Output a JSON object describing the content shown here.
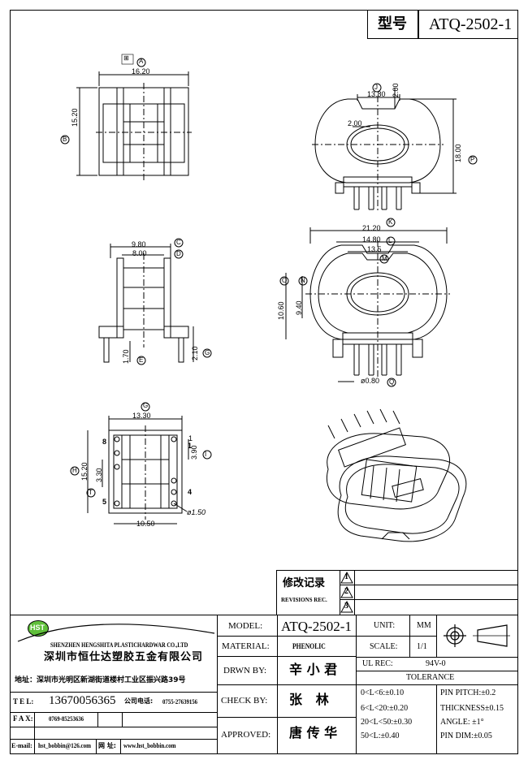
{
  "header": {
    "model_label": "型号",
    "model_value": "ATQ-2502-1"
  },
  "dims": {
    "top_left": {
      "width": "16.20",
      "height": "15.20",
      "letter_a": "A",
      "letter_b": "B"
    },
    "top_right": {
      "inner": "13.80",
      "gap": "2.00",
      "hole": "2.00",
      "height": "18.00",
      "letter_j": "J",
      "letter_p": "P"
    },
    "mid_left": {
      "w1": "9.80",
      "w2": "8.00",
      "h1": "1.70",
      "h2": "2.10",
      "letter_c": "C",
      "letter_d": "D",
      "letter_e": "E",
      "letter_g": "G"
    },
    "mid_right": {
      "w1": "21.20",
      "w2": "14.80",
      "w3": "13.5",
      "h1": "10.60",
      "h2": "9.40",
      "pin": "ø0.80",
      "letter_k": "K",
      "letter_l": "L",
      "letter_m": "M",
      "letter_o": "O",
      "letter_n": "N",
      "letter_q": "Q"
    },
    "bottom_left": {
      "w1": "13.30",
      "w2": "10.50",
      "h1": "15.20",
      "h2": "3.30",
      "h3": "3.90",
      "h4": "1",
      "hole": "ø1.50",
      "pin8": "8",
      "pin5": "5",
      "pin1": "1",
      "pin4": "4",
      "letter_g": "G",
      "letter_h": "H",
      "letter_t": "T",
      "letter_i": "I"
    }
  },
  "revision": {
    "label_cn": "修改记录",
    "label_en": "REVISIONS REC.",
    "rev1": "1",
    "rev2": "2",
    "rev3": "3"
  },
  "company": {
    "logo": "HST",
    "name_en": "SHENZHEN HENGSHITA PLASTICHARDWAR CO.,LTD",
    "name_cn": "深圳市恒仕达塑胶五金有限公司",
    "address": "地址：深圳市光明区新湖街道楼村工业区振兴路39号",
    "tel_label": "T E L:",
    "tel_value": "13670056365",
    "phone_label": "公司电话:",
    "phone_value": "0755-27639156",
    "fax_label": "F A X:",
    "fax_value": "0769-85253636",
    "email_label": "E-mail:",
    "email_value": "hst_bobbin@126.com",
    "web_label": "网 址:",
    "web_value": "www.hst_bobbin.com"
  },
  "titleblock": {
    "model_label": "MODEL:",
    "model_value": "ATQ-2502-1",
    "material_label": "MATERIAL:",
    "material_value": "PHENOLIC",
    "drawn_label": "DRWN BY:",
    "drawn_value": "辛 小 君",
    "check_label": "CHECK BY:",
    "check_value": "张   林",
    "approved_label": "APPROVED:",
    "approved_value": "唐 传 华",
    "unit_label": "UNIT:",
    "unit_value": "MM",
    "scale_label": "SCALE:",
    "scale_value": "1/1",
    "ul_label": "UL REC:",
    "ul_value": "94V-0",
    "tolerance_label": "TOLERANCE",
    "tol1": "0<L<6:±0.10",
    "tol2": "6<L<20:±0.20",
    "tol3": "20<L<50:±0.30",
    "tol4": "50<L:±0.40",
    "pin_pitch": "PIN PITCH:±0.2",
    "thickness": "THICKNESS±0.15",
    "angle": "ANGLE: ±1°",
    "pin_dim": "PIN DIM:±0.05"
  }
}
